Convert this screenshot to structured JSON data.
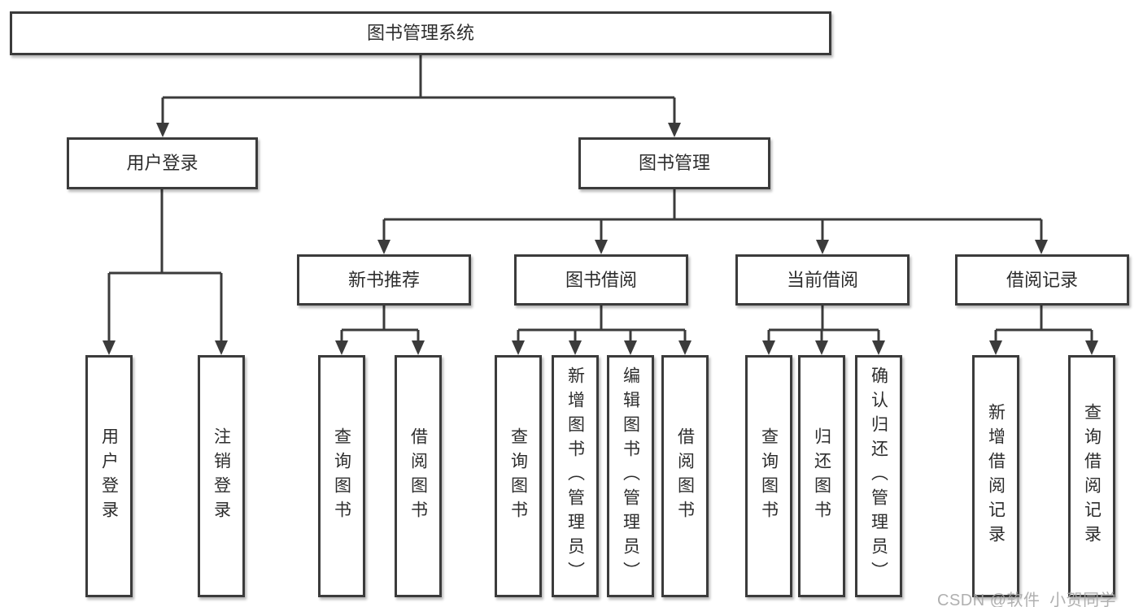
{
  "colors": {
    "line": "#3b3b3b",
    "text": "#2d2d2d",
    "box_bg": "#ffffff",
    "watermark": "#a9a9a9",
    "background": "#ffffff"
  },
  "watermark": {
    "text": "CSDN @软件_小贺同学"
  },
  "tree": {
    "root": {
      "label": "图书管理系统"
    },
    "branches": [
      {
        "label": "用户登录",
        "children": [
          {
            "label": "用户登录"
          },
          {
            "label": "注销登录"
          }
        ]
      },
      {
        "label": "图书管理",
        "children": [
          {
            "label": "新书推荐",
            "children": [
              {
                "label": "查询图书"
              },
              {
                "label": "借阅图书"
              }
            ]
          },
          {
            "label": "图书借阅",
            "children": [
              {
                "label": "查询图书"
              },
              {
                "label": "新增图书（管理员）"
              },
              {
                "label": "编辑图书（管理员）"
              },
              {
                "label": "借阅图书"
              }
            ]
          },
          {
            "label": "当前借阅",
            "children": [
              {
                "label": "查询图书"
              },
              {
                "label": "归还图书"
              },
              {
                "label": "确认归还（管理员）"
              }
            ]
          },
          {
            "label": "借阅记录",
            "children": [
              {
                "label": "新增借阅记录"
              },
              {
                "label": "查询借阅记录"
              }
            ]
          }
        ]
      }
    ]
  }
}
